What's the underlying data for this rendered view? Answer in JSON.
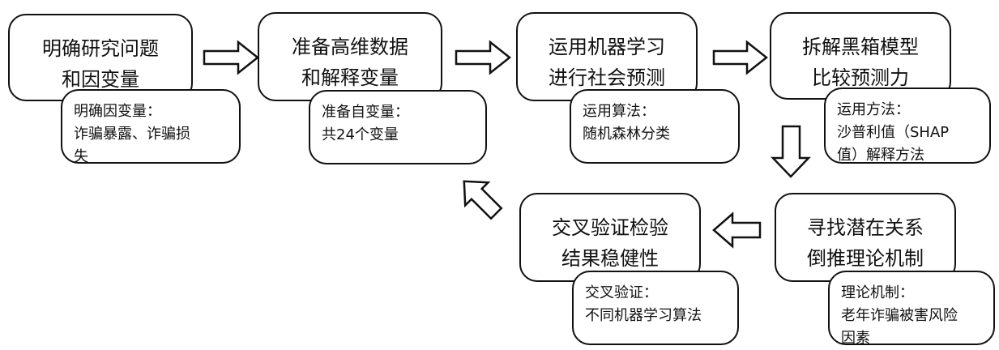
{
  "steps": [
    {
      "main": [
        "明确研究问题",
        "和因变量"
      ],
      "sub": [
        "明确因变量：",
        "诈骗暴露、诈骗损",
        "失"
      ]
    },
    {
      "main": [
        "准备高维数据",
        "和解释变量"
      ],
      "sub": [
        "准备自变量：",
        "共24个变量"
      ]
    },
    {
      "main": [
        "运用机器学习",
        "进行社会预测"
      ],
      "sub": [
        "运用算法：",
        "随机森林分类"
      ]
    },
    {
      "main": [
        "拆解黑箱模型",
        "比较预测力"
      ],
      "sub": [
        "运用方法：",
        "沙普利值（SHAP",
        "值）解释方法"
      ]
    },
    {
      "main": [
        "寻找潜在关系",
        "倒推理论机制"
      ],
      "sub": [
        "理论机制：",
        "老年诈骗被害风险",
        "因素"
      ]
    },
    {
      "main": [
        "交叉验证检验",
        "结果稳健性"
      ],
      "sub": [
        "交叉验证：",
        "不同机器学习算法"
      ]
    }
  ]
}
